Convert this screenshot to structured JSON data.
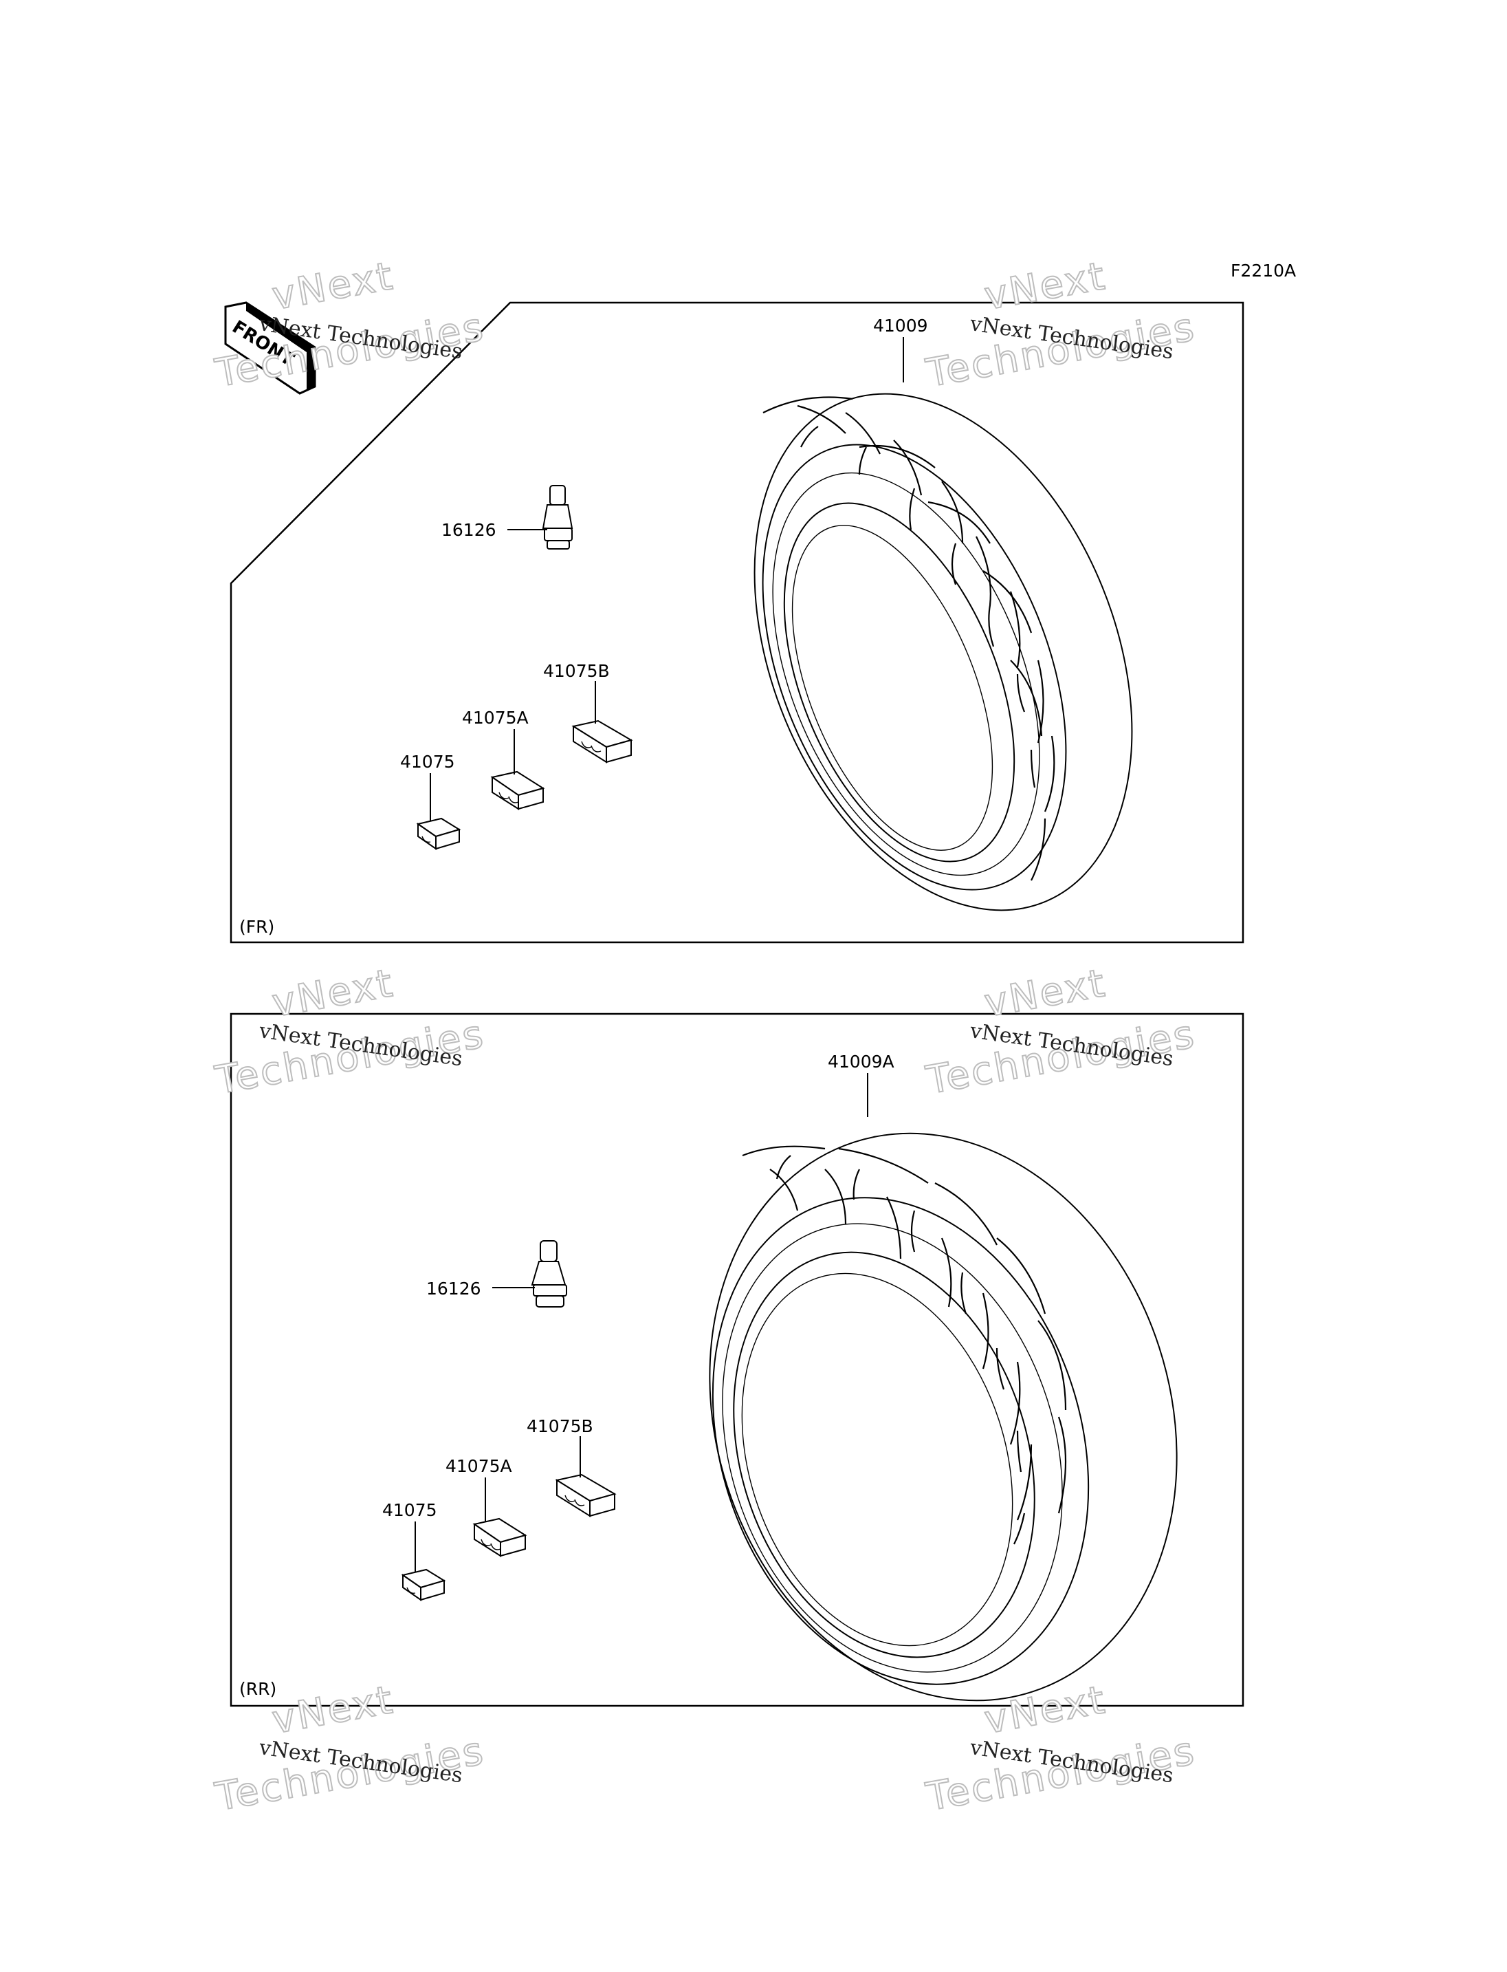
{
  "figure_code": "F2210A",
  "front_arrow": {
    "label": "FRONT"
  },
  "watermark": {
    "line1": "vNext Technologies",
    "big_line1": "vNext",
    "big_line2": "Technologies"
  },
  "panels": [
    {
      "id": "front",
      "caption": "(FR)",
      "labels": {
        "tire": "41009",
        "valve": "16126",
        "weight": "41075",
        "weight_a": "41075A",
        "weight_b": "41075B"
      }
    },
    {
      "id": "rear",
      "caption": "(RR)",
      "labels": {
        "tire": "41009A",
        "valve": "16126",
        "weight": "41075",
        "weight_a": "41075A",
        "weight_b": "41075B"
      }
    }
  ]
}
